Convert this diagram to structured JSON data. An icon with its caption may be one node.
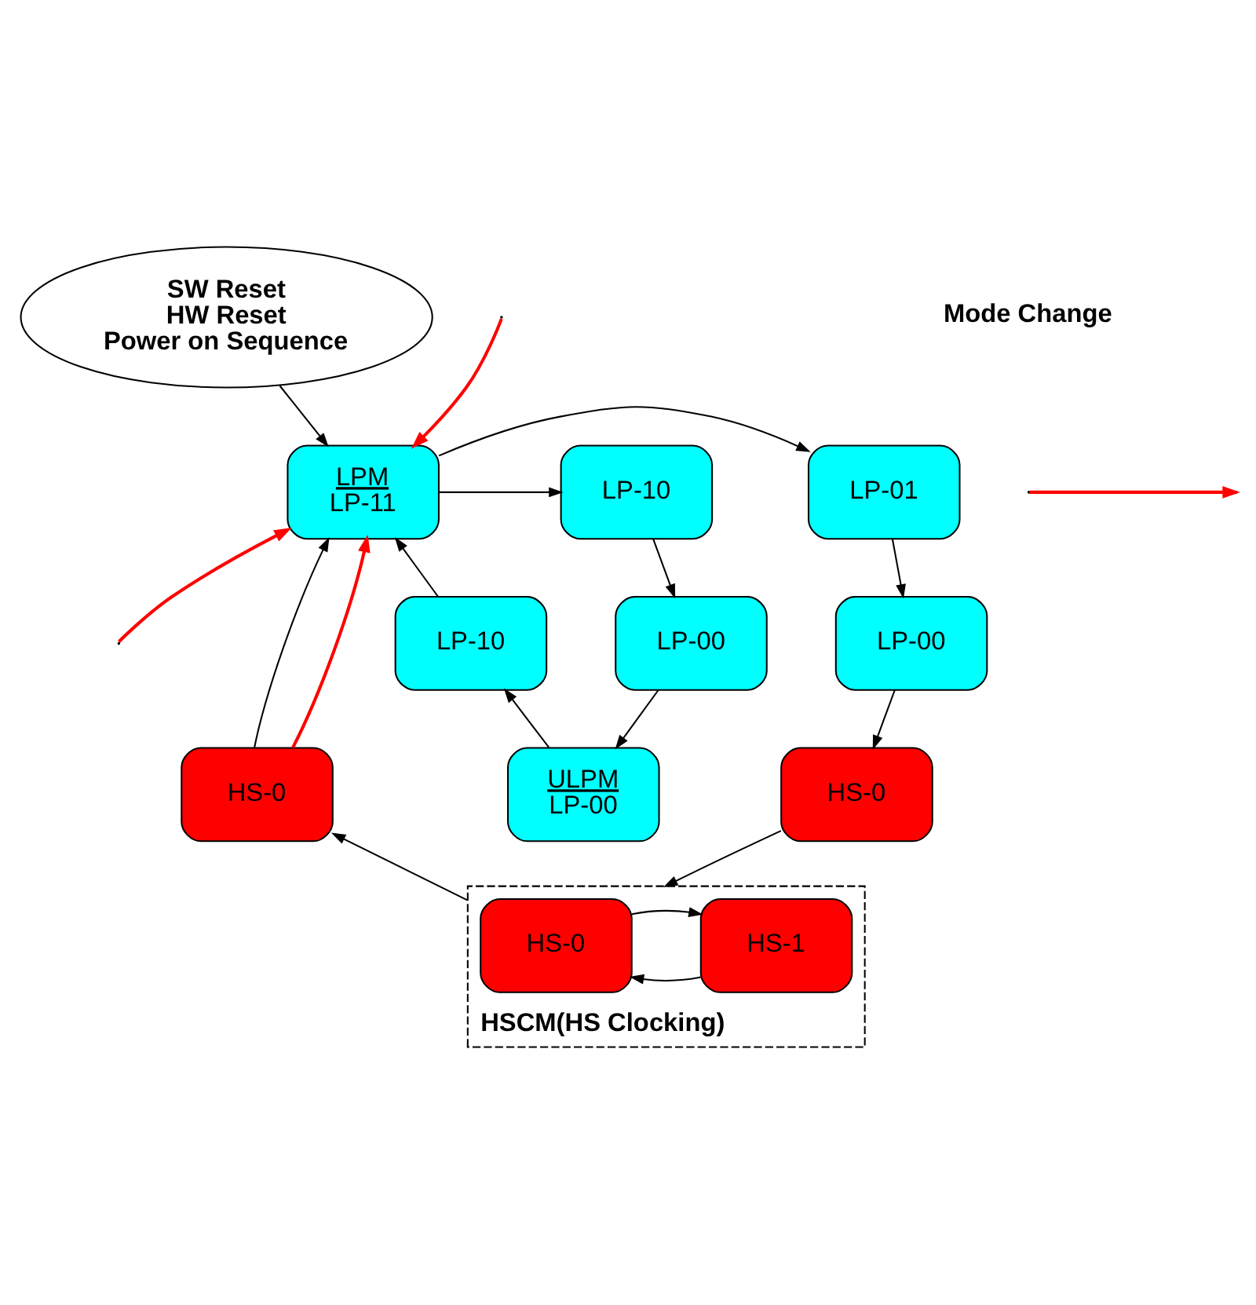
{
  "diagram": {
    "nodes": [
      {
        "text": [
          "SW Reset",
          "HW Reset",
          "Power on Sequence"
        ]
      },
      {
        "text": [
          "LP-01"
        ]
      },
      {
        "text": [
          "LPM",
          "LP-11"
        ]
      },
      {
        "text": [
          "LP-10"
        ]
      },
      {
        "text": [
          "LP-00"
        ]
      },
      {
        "text": [
          "LP-10"
        ]
      },
      {
        "text": [
          "LP-00"
        ]
      },
      {
        "text": [
          "HS-0"
        ]
      },
      {
        "text": [
          "HS-0"
        ]
      },
      {
        "text": [
          "ULPM",
          "LP-00"
        ]
      },
      {
        "text": [
          "HSCM(HS Clocking)"
        ]
      },
      {
        "text": [
          "HS-1"
        ],
        "in": 10
      },
      {
        "text": [
          "HS-0"
        ],
        "in": 10
      }
    ],
    "edges": [
      {
        "from": 0,
        "to": 2,
        "arrow": "to"
      },
      {
        "from": 2,
        "to": 1,
        "arrow": "to"
      },
      {
        "from": 2,
        "to": 3,
        "arrow": "to"
      },
      {
        "from": 1,
        "to": 4,
        "arrow": "to"
      },
      {
        "from": 4,
        "to": 8,
        "arrow": "to"
      },
      {
        "from": 3,
        "to": 6,
        "arrow": "to"
      },
      {
        "from": 6,
        "to": 9,
        "arrow": "to"
      },
      {
        "from": 9,
        "to": 5,
        "arrow": "to"
      },
      {
        "from": 5,
        "to": 2,
        "arrow": "to"
      },
      {
        "from": 7,
        "to": 2,
        "arrow": "to"
      },
      {
        "from": 8,
        "to": 10,
        "arrow": "to"
      },
      {
        "from": 10,
        "to": 7,
        "arrow": "to"
      },
      {
        "from": 11,
        "to": 12,
        "arrow": "to"
      },
      {
        "from": 12,
        "to": 11,
        "arrow": "to"
      },
      {
        "from": 7,
        "to": 2,
        "arrow": "to",
        "color": "#ff0000"
      },
      {
        "from": null,
        "to": 2,
        "arrow": "to",
        "color": "#ff0000"
      },
      {
        "from": null,
        "to": 2,
        "arrow": "to",
        "color": "#ff0000"
      }
    ],
    "legend": [
      {
        "text": "Mode Change"
      }
    ]
  }
}
